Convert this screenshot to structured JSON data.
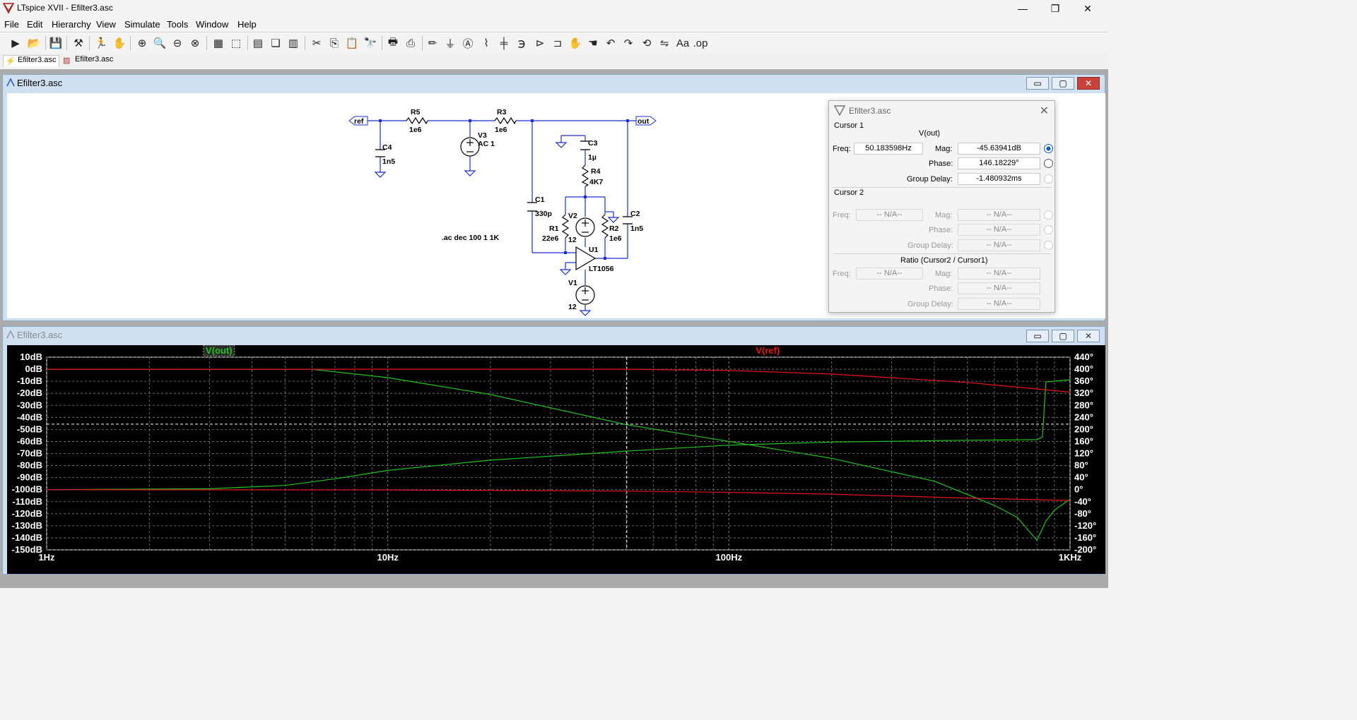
{
  "window": {
    "title": "LTspice XVII - Efilter3.asc"
  },
  "menu": [
    "File",
    "Edit",
    "Hierarchy",
    "View",
    "Simulate",
    "Tools",
    "Window",
    "Help"
  ],
  "tabs": [
    {
      "label": "Efilter3.asc",
      "active": true
    },
    {
      "label": "Efilter3.asc",
      "active": false
    }
  ],
  "schematic": {
    "title": "Efilter3.asc",
    "labels": {
      "ref": "ref",
      "out": "out",
      "R5": "R5",
      "R5v": "1e6",
      "R3": "R3",
      "R3v": "1e6",
      "V3": "V3",
      "V3v": "AC 1",
      "C4": "C4",
      "C4v": "1n5",
      "C3": "C3",
      "C3v": "1µ",
      "R4": "R4",
      "R4v": "4K7",
      "C1": "C1",
      "C1v": "330p",
      "C2": "C2",
      "C2v": "1n5",
      "V2": "V2",
      "V2v": "12",
      "R1": "R1",
      "R1v": "22e6",
      "R2": "R2",
      "R2v": "1e6",
      "U1": "U1",
      "U1v": "LT1056",
      "V1": "V1",
      "V1v": "12",
      "directive": ".ac dec 100 1 1K"
    }
  },
  "cursor_dialog": {
    "title": "Efilter3.asc",
    "cursor1": {
      "heading": "Cursor 1",
      "trace": "V(out)",
      "freq_label": "Freq:",
      "freq": "50.183598Hz",
      "mag_label": "Mag:",
      "mag": "-45.63941dB",
      "phase_label": "Phase:",
      "phase": "146.18229°",
      "gd_label": "Group Delay:",
      "gd": "-1.480932ms"
    },
    "cursor2": {
      "heading": "Cursor 2",
      "freq_label": "Freq:",
      "freq": "-- N/A--",
      "mag_label": "Mag:",
      "mag": "-- N/A--",
      "phase_label": "Phase:",
      "phase": "-- N/A--",
      "gd_label": "Group Delay:",
      "gd": "-- N/A--"
    },
    "ratio": {
      "heading": "Ratio (Cursor2 / Cursor1)",
      "freq_label": "Freq:",
      "freq": "-- N/A--",
      "mag_label": "Mag:",
      "mag": "-- N/A--",
      "phase_label": "Phase:",
      "phase": "-- N/A--",
      "gd_label": "Group Delay:",
      "gd": "-- N/A--"
    }
  },
  "plot": {
    "title": "Efilter3.asc",
    "colors": {
      "vout": "#21c21d",
      "vref": "#e8141a",
      "grid": "#7f7f7f",
      "axis": "#ffffff"
    }
  },
  "chart_data": {
    "type": "line",
    "xscale": "log",
    "xlim": [
      1,
      1000
    ],
    "x_ticks": [
      "1Hz",
      "10Hz",
      "100Hz",
      "1KHz"
    ],
    "ylim": [
      -150,
      10
    ],
    "y_ticks": [
      "10dB",
      "0dB",
      "-10dB",
      "-20dB",
      "-30dB",
      "-40dB",
      "-50dB",
      "-60dB",
      "-70dB",
      "-80dB",
      "-90dB",
      "-100dB",
      "-110dB",
      "-120dB",
      "-130dB",
      "-140dB",
      "-150dB"
    ],
    "y2lim": [
      -200,
      440
    ],
    "y2_ticks": [
      "440°",
      "400°",
      "360°",
      "320°",
      "280°",
      "240°",
      "200°",
      "160°",
      "120°",
      "80°",
      "40°",
      "0°",
      "-40°",
      "-80°",
      "-120°",
      "-160°",
      "-200°"
    ],
    "grid": true,
    "cursor_x": 50.183598,
    "series": [
      {
        "name": "V(out)",
        "kind": "magnitude_dB",
        "axis": "left",
        "x": [
          1,
          5,
          6,
          10,
          20,
          50,
          100,
          200,
          400,
          600,
          700,
          800,
          850,
          900,
          1000
        ],
        "y": [
          0,
          0,
          -0.1,
          -7,
          -21,
          -46,
          -60,
          -74,
          -93,
          -113,
          -123,
          -142,
          -126,
          -117,
          -108
        ]
      },
      {
        "name": "V(out)",
        "kind": "phase_deg",
        "axis": "right",
        "x": [
          1,
          3,
          5,
          7,
          10,
          20,
          50,
          100,
          200,
          500,
          800,
          830,
          850,
          1000
        ],
        "y": [
          0,
          3,
          14,
          36,
          64,
          98,
          128,
          148,
          158,
          164,
          166,
          175,
          358,
          365
        ]
      },
      {
        "name": "V(ref)",
        "kind": "magnitude_dB",
        "axis": "left",
        "x": [
          1,
          10,
          50,
          100,
          200,
          500,
          1000
        ],
        "y": [
          0,
          0,
          0,
          -1,
          -4,
          -11,
          -19
        ]
      },
      {
        "name": "V(ref)",
        "kind": "phase_deg",
        "axis": "right",
        "x": [
          1,
          10,
          50,
          100,
          200,
          500,
          1000
        ],
        "y": [
          0,
          -1,
          -5,
          -9,
          -15,
          -28,
          -36
        ]
      }
    ]
  }
}
